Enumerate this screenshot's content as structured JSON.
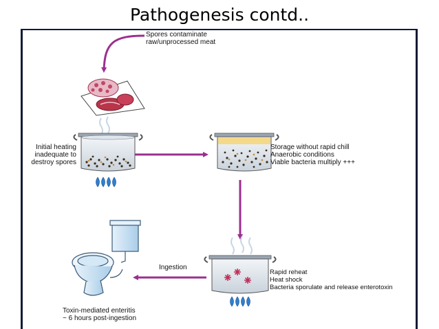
{
  "title": "Pathogenesis contd..",
  "steps": {
    "contamination": {
      "line1": "Spores contaminate",
      "line2": "raw/unprocessed meat"
    },
    "initial_heating": {
      "line1": "Initial heating",
      "line2": "inadequate to",
      "line3": "destroy spores"
    },
    "storage": {
      "line1": "Storage without rapid chill",
      "line2": "Anaerobic conditions",
      "line3": "Viable bacteria multiply +++"
    },
    "reheat": {
      "line1": "Rapid reheat",
      "line2": "Heat shock",
      "line3": "Bacteria sporulate and release enterotoxin"
    },
    "ingestion": {
      "label": "Ingestion"
    },
    "enteritis": {
      "line1": "Toxin-mediated enteritis",
      "line2": "~ 6 hours post-ingestion"
    }
  },
  "colors": {
    "arrow": "#9b2f8f",
    "frame": "#0d1a36",
    "flame": "#2f7fd0",
    "meat": "#b8354a",
    "toilet": "#c9e2f4",
    "broth": "#f4d98a"
  },
  "icons": [
    "raw-meat-icon",
    "pot-icon",
    "flame-icon",
    "toilet-icon",
    "bacteria-icon"
  ]
}
